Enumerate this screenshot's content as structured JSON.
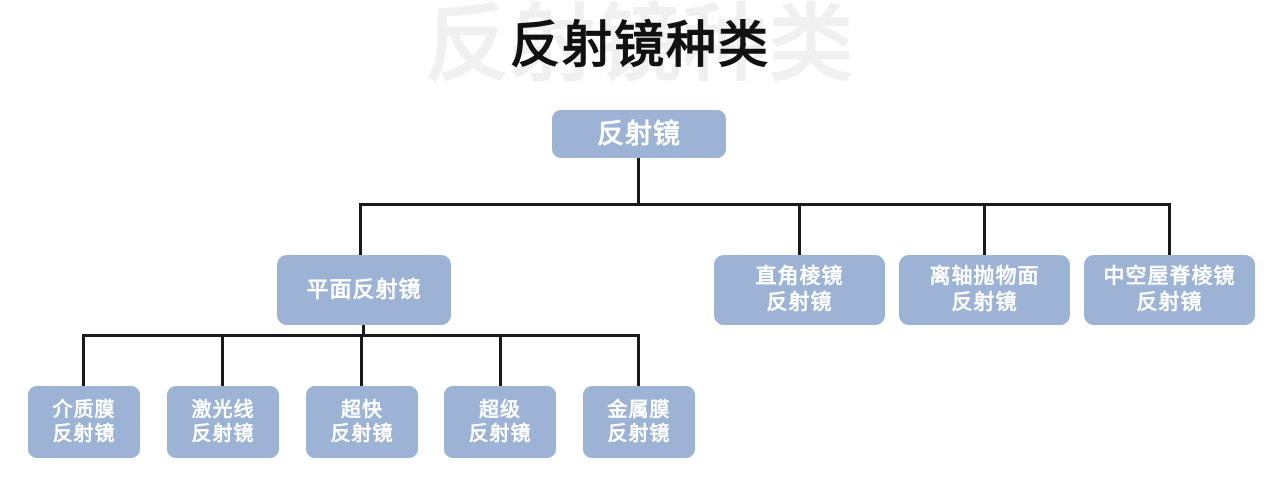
{
  "page": {
    "title": "反射镜种类",
    "watermark": "反射镜种类",
    "background_color": "#ffffff",
    "node_fill_color": "#9cb3d6",
    "node_text_color": "#ffffff",
    "connector_color": "#1a1a1a",
    "watermark_color": "#f0f0f0",
    "title_color": "#111111"
  },
  "diagram": {
    "type": "tree",
    "root": {
      "label": "反射镜"
    },
    "level2": [
      {
        "label": "平面反射镜"
      },
      {
        "label": "直角棱镜\n反射镜"
      },
      {
        "label": "离轴抛物面\n反射镜"
      },
      {
        "label": "中空屋脊棱镜\n反射镜"
      }
    ],
    "level3": [
      {
        "label": "介质膜\n反射镜"
      },
      {
        "label": "激光线\n反射镜"
      },
      {
        "label": "超快\n反射镜"
      },
      {
        "label": "超级\n反射镜"
      },
      {
        "label": "金属膜\n反射镜"
      }
    ]
  }
}
